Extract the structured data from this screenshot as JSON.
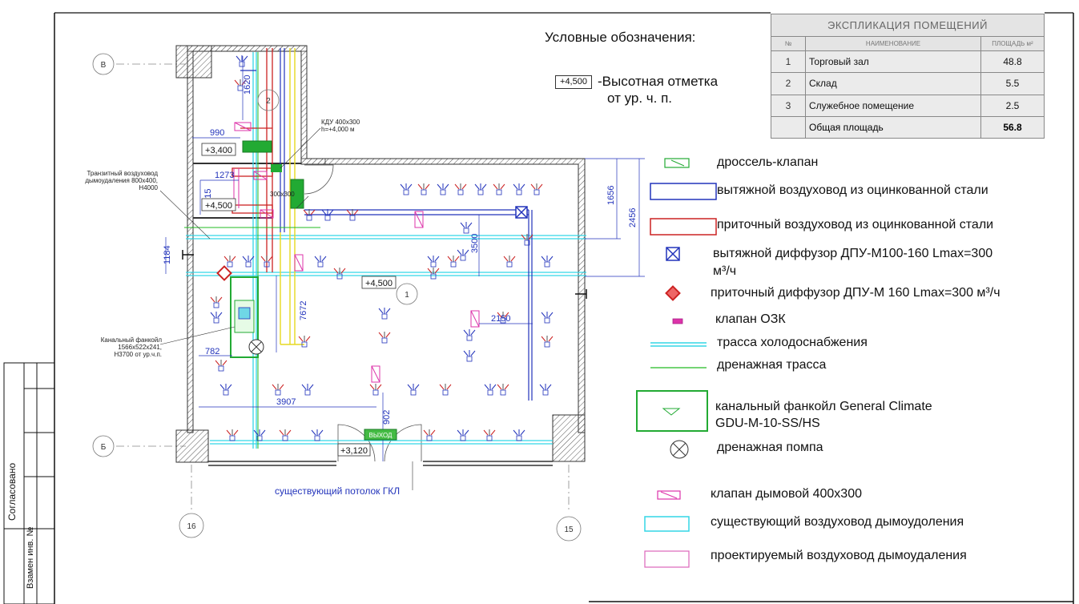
{
  "sheet": {
    "side_labels": [
      "Согласовано",
      "Взамен инв. №"
    ]
  },
  "explication": {
    "title": "ЭКСПЛИКАЦИЯ ПОМЕЩЕНИЙ",
    "headers": [
      "№",
      "НАИМЕНОВАНИЕ",
      "ПЛОЩАДЬ м²"
    ],
    "rows": [
      {
        "num": "1",
        "name": "Торговый зал",
        "area": "48.8"
      },
      {
        "num": "2",
        "name": "Склад",
        "area": "5.5"
      },
      {
        "num": "3",
        "name": "Служебное помещение",
        "area": "2.5"
      }
    ],
    "total_label": "Общая площадь",
    "total_area": "56.8"
  },
  "legend": {
    "title": "Условные обозначения:",
    "elevation_sample": "+4,500",
    "elevation_desc_line1": "-Высотная отметка",
    "elevation_desc_line2": "от ур. ч. п.",
    "items": [
      {
        "key": "throttle",
        "label": "дроссель-клапан"
      },
      {
        "key": "exhaust_duct",
        "label": "вытяжной воздуховод из оцинкованной стали"
      },
      {
        "key": "supply_duct",
        "label": "приточный воздуховод из оцинкованной стали"
      },
      {
        "key": "exhaust_diffuser",
        "label": "вытяжной диффузор  ДПУ-М100-160 Lmax=300",
        "label2": "м³/ч"
      },
      {
        "key": "supply_diffuser",
        "label": "приточный диффузор ДПУ-М 160 Lmax=300 м³/ч"
      },
      {
        "key": "ozk_valve",
        "label": "клапан ОЗК"
      },
      {
        "key": "cooling_line",
        "label": "трасса холодоснабжения"
      },
      {
        "key": "drain_line",
        "label": "дренажная трасса"
      },
      {
        "key": "fancoil",
        "label": "канальный фанкойл General Climate",
        "label2": "GDU-M-10-SS/HS"
      },
      {
        "key": "drain_pump",
        "label": "дренажная помпа"
      },
      {
        "key": "smoke_valve",
        "label": "клапан дымовой 400x300"
      },
      {
        "key": "existing_smoke_duct",
        "label": "существующий воздуховод дымоудоления"
      },
      {
        "key": "designed_smoke_duct",
        "label": "проектируемый воздуховод дымоудаления"
      }
    ]
  },
  "plan": {
    "axes": {
      "top": "В",
      "bottom": "Б",
      "left": "16",
      "right": "15"
    },
    "room_numbers": [
      "1",
      "2"
    ],
    "elevations": [
      "+3,400",
      "+4,500",
      "+4,500",
      "+3,120"
    ],
    "dims": [
      "990",
      "1620",
      "1273",
      "1515",
      "1184",
      "782",
      "3907",
      "902",
      "7672",
      "3500",
      "2150",
      "1656",
      "2456"
    ],
    "exit_sign": "ВЫХОД",
    "ceiling_note": "существующий потолок ГКЛ",
    "kdu_note_l1": "КДУ 400х300",
    "kdu_note_l2": "h=+4,000 м",
    "transit_note_l1": "Транзитный воздуховод",
    "transit_note_l2": "дымоудаления 800х400,",
    "transit_note_l3": "Н4000",
    "fancoil_note_l1": "Канальный фанкойл",
    "fancoil_note_l2": "1566х522х241,",
    "fancoil_note_l3": "Н3700 от ур.ч.п.",
    "duct_size": "300х300"
  },
  "colors": {
    "exhaust": "#2233bb",
    "supply": "#cc2222",
    "cooling": "#33d6e6",
    "drain": "#22bb22",
    "fancoil": "#22aa33",
    "smoke": "#dd33aa",
    "yellow": "#e6d820",
    "wall_hatch": "#555555"
  }
}
